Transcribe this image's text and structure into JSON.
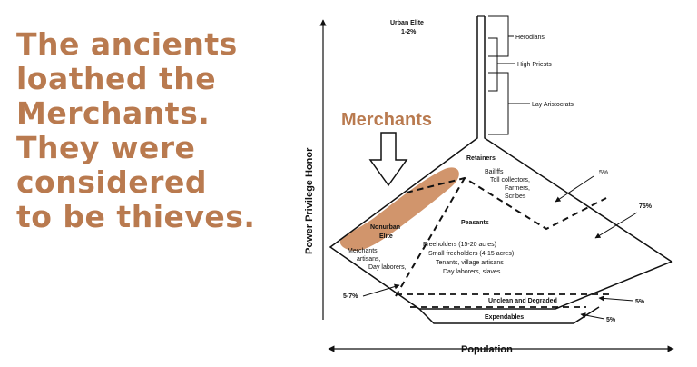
{
  "headline": {
    "line1": "The ancients",
    "line2": "loathed the",
    "line3": "Merchants.",
    "line4": "They were",
    "line5": "considered",
    "line6": "to be thieves."
  },
  "callout": {
    "label": "Merchants",
    "color": "#b97a4f"
  },
  "diagram": {
    "y_axis_label": "Power   Privilege   Honor",
    "x_axis_label": "Population",
    "urban_elite": "Urban Elite",
    "urban_elite_pct": "1-2%",
    "herodians": "Herodians",
    "high_priests": "High Priests",
    "lay_aristocrats": "Lay Aristocrats",
    "retainers": "Retainers",
    "retainers_detail1": "Bailiffs",
    "retainers_detail2": "Toll collectors,",
    "retainers_detail3": "Farmers,",
    "retainers_detail4": "Scribes",
    "retainers_pct": "5%",
    "nonurban_elite1": "Nonurban",
    "nonurban_elite2": "Elite",
    "merchants_detail1": "Merchants,",
    "merchants_detail2": "artisans,",
    "merchants_detail3": "Day laborers,",
    "peasants": "Peasants",
    "peasants_detail1": "Freeholders (15-20 acres)",
    "peasants_detail2": "Small freeholders (4-15 acres)",
    "peasants_detail3": "Tenants, village artisans",
    "peasants_detail4": "Day laborers, slaves",
    "peasants_pct": "75%",
    "left_pct": "5-7%",
    "unclean": "Unclean and Degraded",
    "unclean_pct": "5%",
    "expendables": "Expendables",
    "expendables_pct": "5%"
  }
}
